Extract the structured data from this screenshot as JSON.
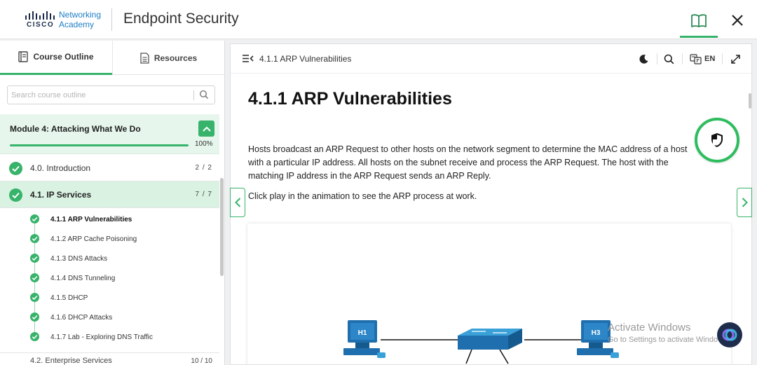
{
  "header": {
    "brand_small": "CISCO",
    "brand_line1": "Networking",
    "brand_line2": "Academy",
    "title": "Endpoint Security"
  },
  "sidebar": {
    "tabs": [
      {
        "label": "Course Outline",
        "icon": "outline-icon",
        "active": true
      },
      {
        "label": "Resources",
        "icon": "document-icon",
        "active": false
      }
    ],
    "search_placeholder": "Search course outline",
    "module": {
      "title": "Module 4: Attacking What We Do",
      "progress_text": "100%",
      "progress": 1.0
    },
    "topics": [
      {
        "label": "4.0. Introduction",
        "count": "2 / 2",
        "complete": true,
        "active": false
      },
      {
        "label": "4.1. IP Services",
        "count": "7 / 7",
        "complete": true,
        "active": true
      }
    ],
    "subtopics": [
      {
        "label": "4.1.1 ARP Vulnerabilities",
        "current": true
      },
      {
        "label": "4.1.2 ARP Cache Poisoning",
        "current": false
      },
      {
        "label": "4.1.3 DNS Attacks",
        "current": false
      },
      {
        "label": "4.1.4 DNS Tunneling",
        "current": false
      },
      {
        "label": "4.1.5 DHCP",
        "current": false
      },
      {
        "label": "4.1.6 DHCP Attacks",
        "current": false
      },
      {
        "label": "4.1.7 Lab - Exploring DNS Traffic",
        "current": false
      }
    ],
    "next_topic": {
      "label": "4.2. Enterprise Services",
      "count": "10 / 10"
    }
  },
  "content": {
    "breadcrumb": "4.1.1 ARP Vulnerabilities",
    "language": "EN",
    "title": "4.1.1 ARP Vulnerabilities",
    "paragraph1": "Hosts broadcast an ARP Request to other hosts on the network segment to determine the MAC address of a host with a particular IP address. All hosts on the subnet receive and process the ARP Request. The host with the matching IP address in the ARP Request sends an ARP Reply.",
    "paragraph2": "Click play in the animation to see the ARP process at work.",
    "animation": {
      "host_left": "H1",
      "host_right": "H3"
    }
  },
  "watermark": {
    "line1": "Activate Windows",
    "line2": "Go to Settings to activate Windows."
  },
  "colors": {
    "accent": "#37b36b",
    "shield_ring": "#2ebd5e",
    "active_bg": "#d9f2e2",
    "brand_blue": "#1d7fc4"
  }
}
